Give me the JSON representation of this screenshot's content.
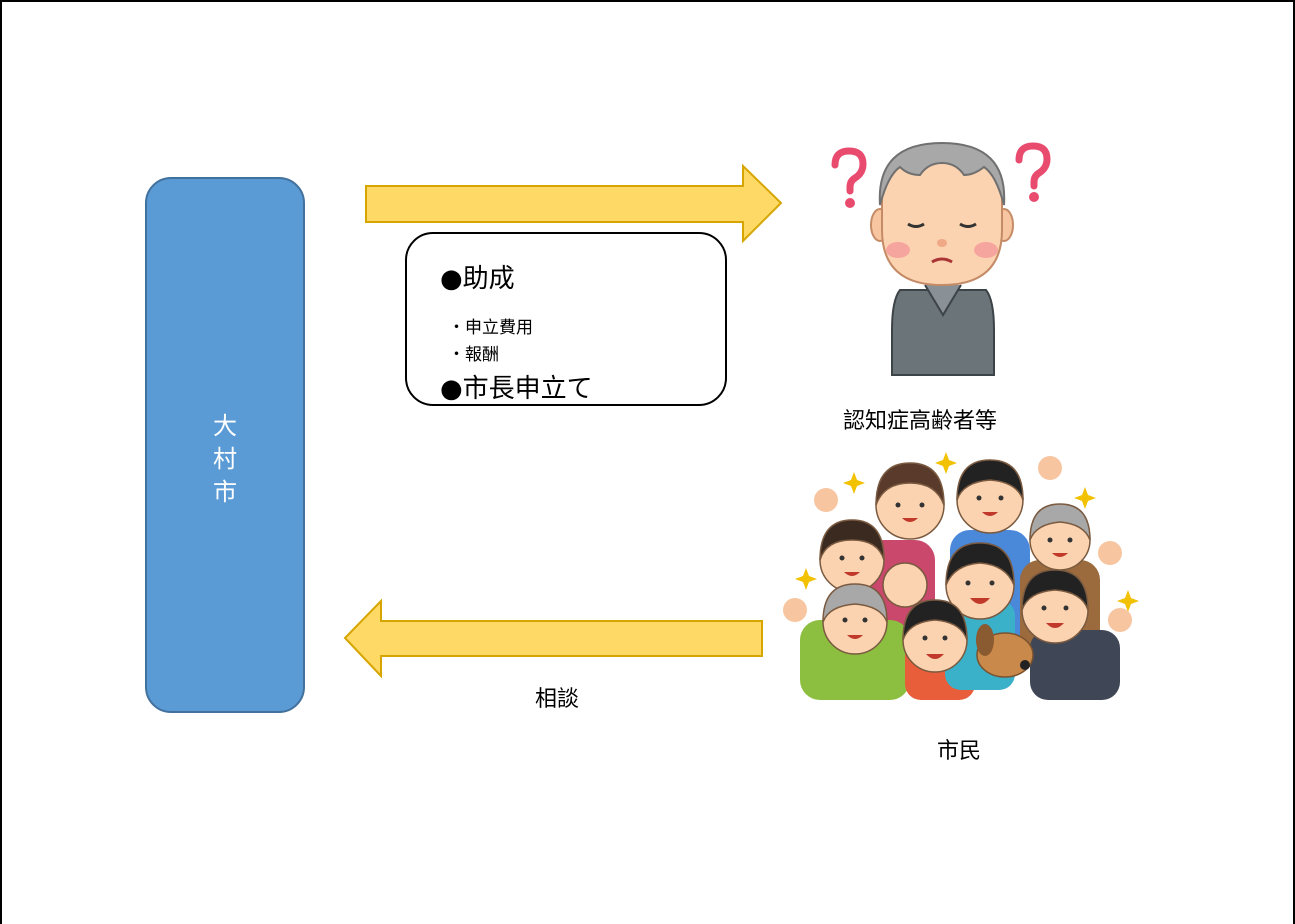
{
  "city": {
    "label": "大村市"
  },
  "info": {
    "heading_subsidy": "●助成",
    "items": [
      "・申立費用",
      "・報酬"
    ],
    "heading_mayor": "●市長申立て"
  },
  "captions": {
    "elderly": "認知症高齢者等",
    "citizens": "市民",
    "consultation": "相談"
  },
  "icons": {
    "elderly": "elderly-person-question-icon",
    "citizens": "cheering-crowd-icon"
  },
  "colors": {
    "city_fill": "#5b9bd5",
    "arrow_fill": "#ffd966",
    "arrow_stroke": "#d6a500"
  }
}
